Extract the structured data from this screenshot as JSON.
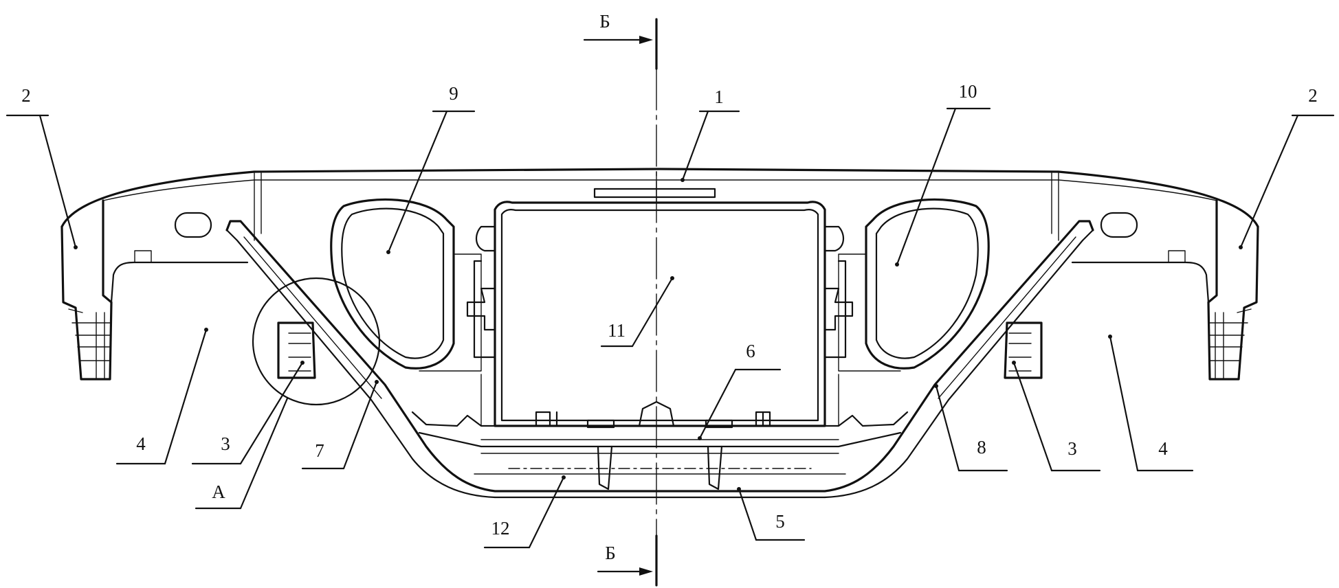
{
  "drawing": {
    "callouts": {
      "c1": "1",
      "c2_left": "2",
      "c2_right": "2",
      "c3_left": "3",
      "c3_right": "3",
      "c4_left": "4",
      "c4_right": "4",
      "c5": "5",
      "c6": "6",
      "c7": "7",
      "c8": "8",
      "c9": "9",
      "c10": "10",
      "c11": "11",
      "c12": "12",
      "detail_a": "А"
    },
    "section_marks": {
      "top": "Б",
      "bottom": "Б"
    }
  }
}
